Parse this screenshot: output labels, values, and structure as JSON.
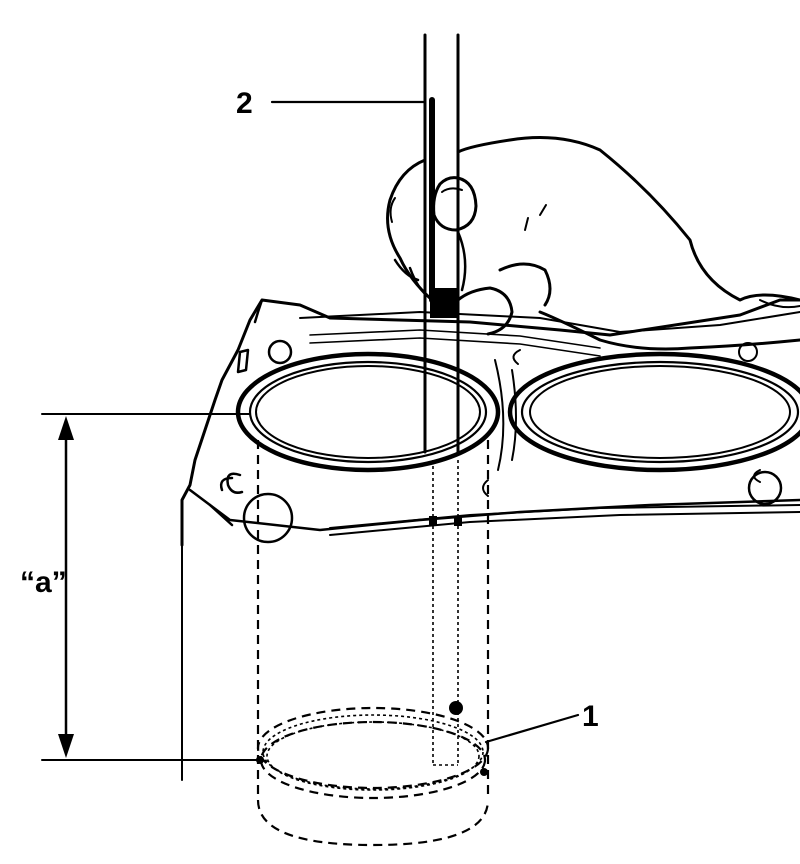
{
  "diagram": {
    "labels": {
      "callout_1": "1",
      "callout_2": "2",
      "dimension_a": "“a”"
    }
  }
}
